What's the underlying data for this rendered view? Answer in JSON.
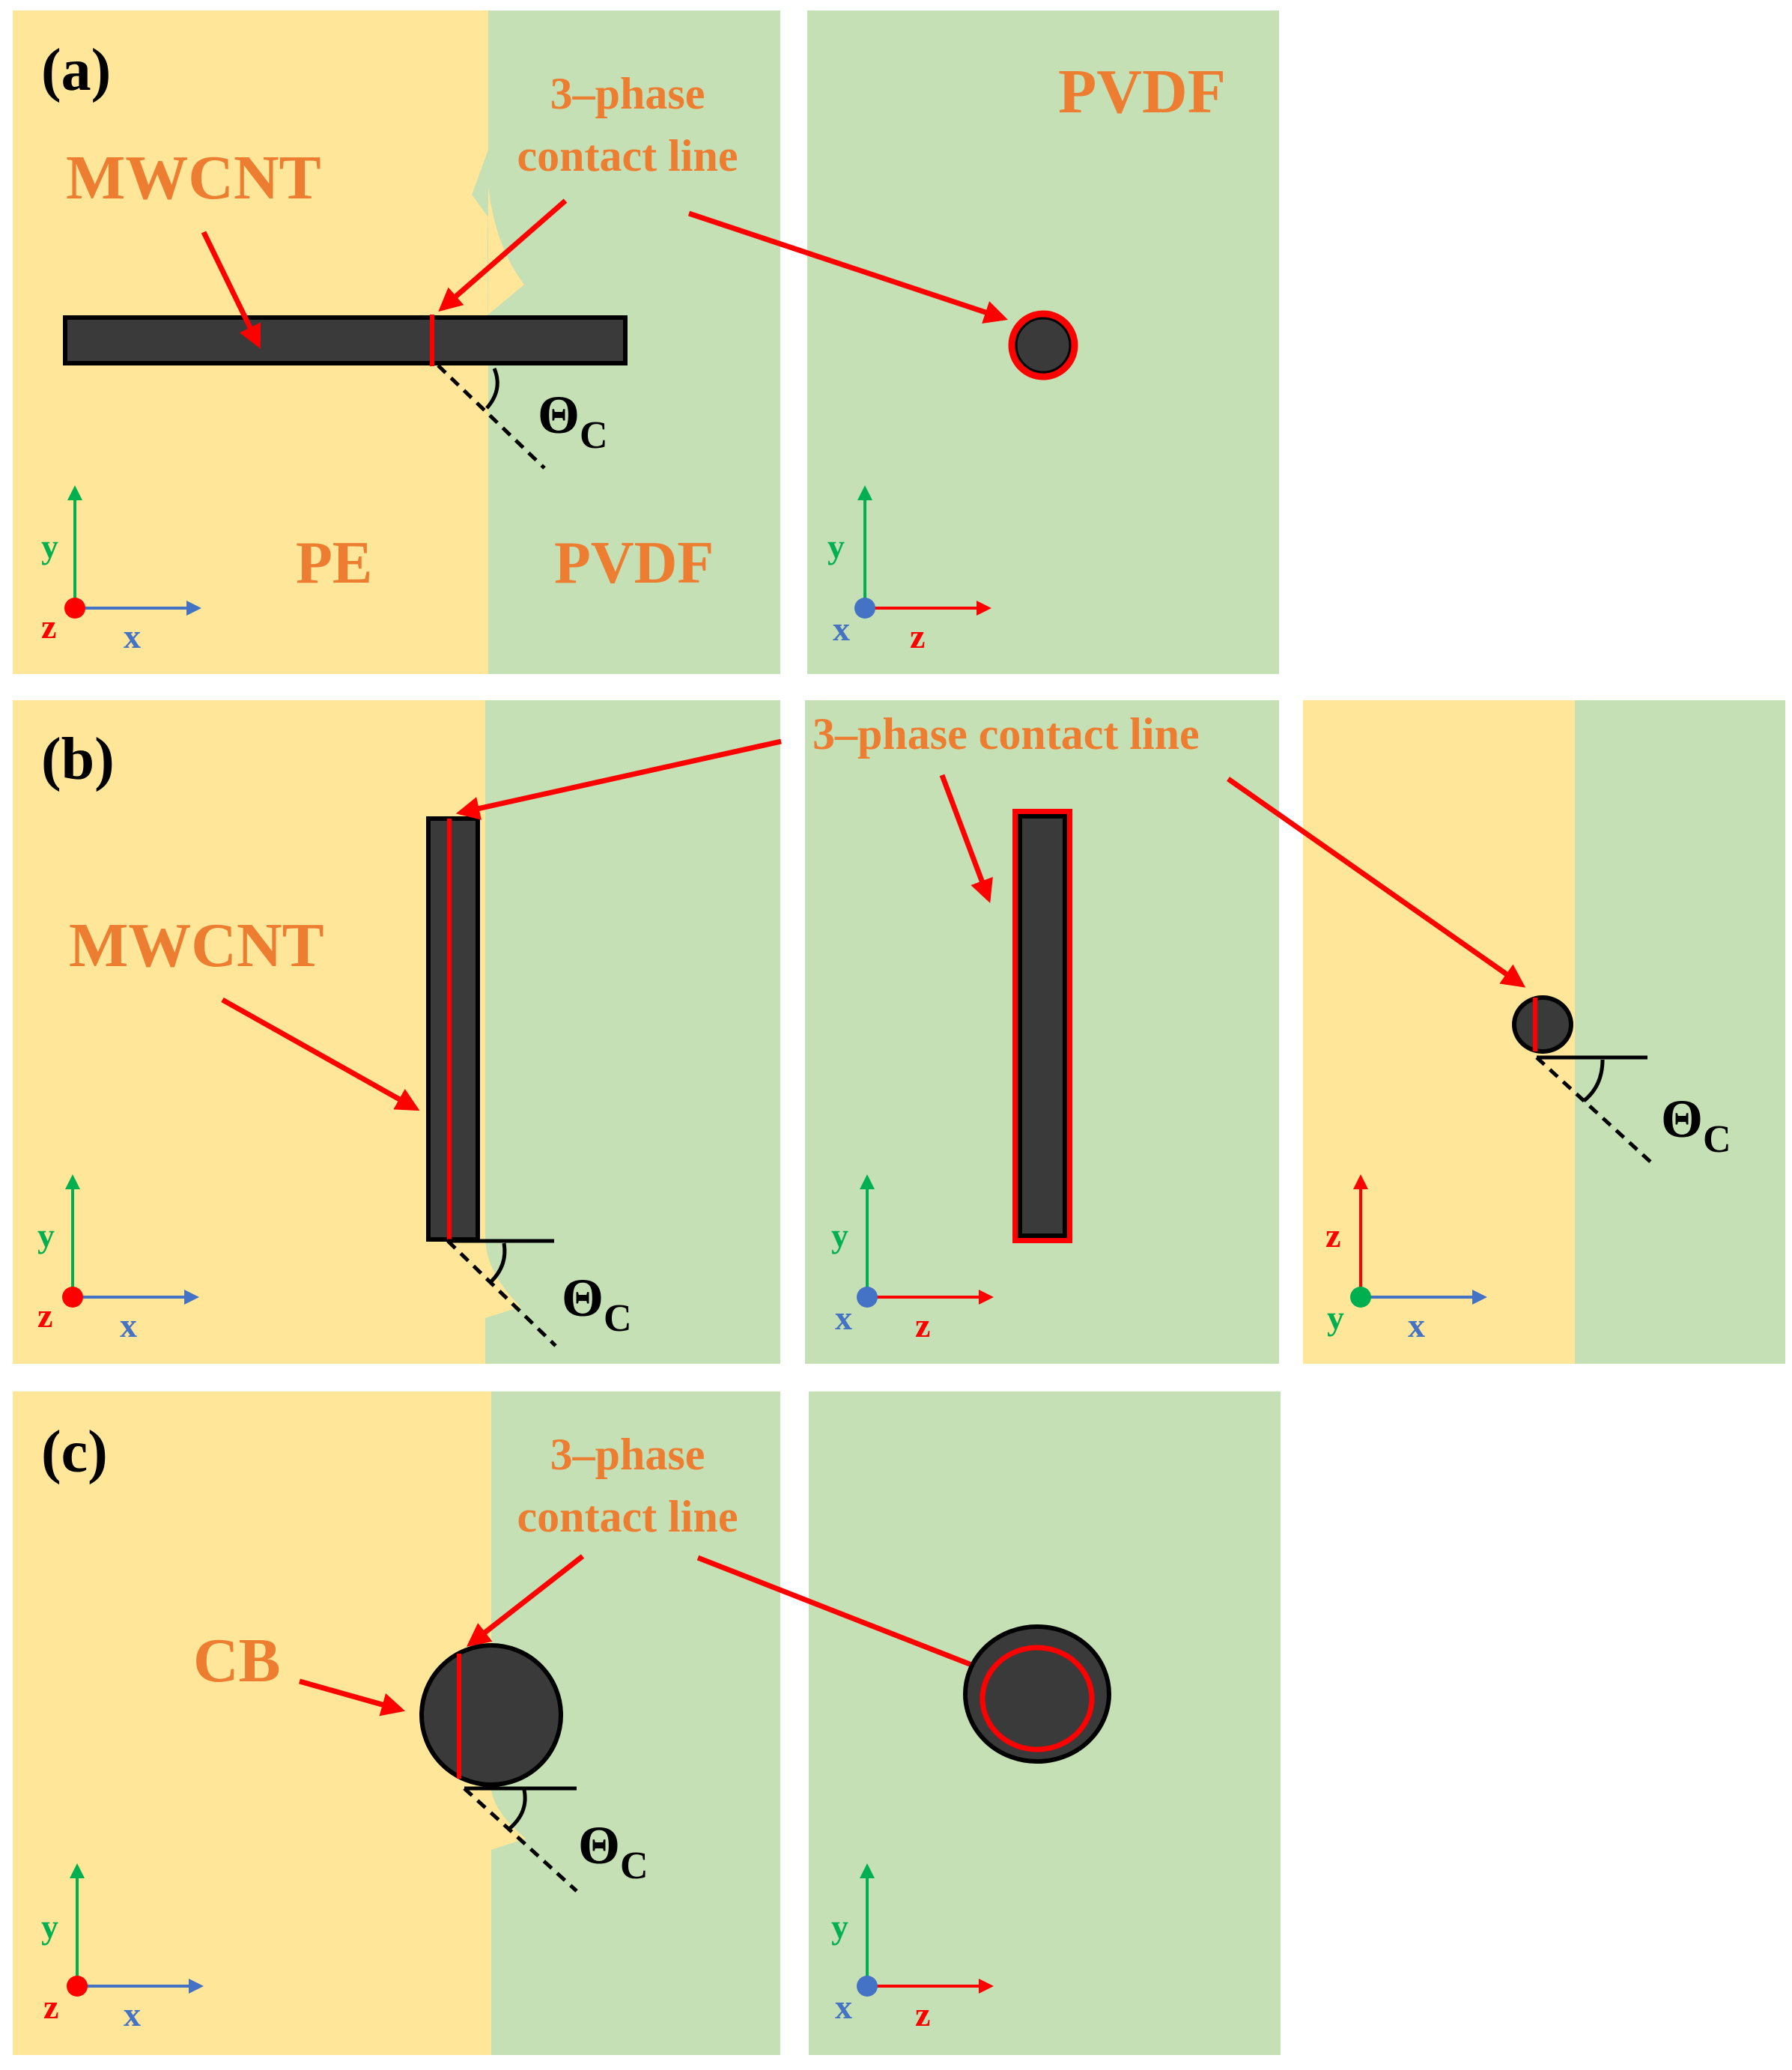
{
  "panels": {
    "a": "(a)",
    "b": "(b)",
    "c": "(c)"
  },
  "labels": {
    "mwcnt": "MWCNT",
    "cb": "CB",
    "pe": "PE",
    "pvdf": "PVDF",
    "three_phase": "3–phase",
    "contact_line": "contact line",
    "three_phase_contact_line": "3–phase contact line",
    "theta": "Θ",
    "theta_sub": "C"
  },
  "axes": {
    "x": "x",
    "y": "y",
    "z": "z"
  },
  "colors": {
    "pe": "#FFE699",
    "pvdf": "#C5E0B4",
    "filler": "#3A3A3A",
    "contact_line": "#FF0000",
    "label": "#ED7D31",
    "axis_x": "#4472C4",
    "axis_y": "#00B050",
    "axis_z": "#FF0000"
  }
}
